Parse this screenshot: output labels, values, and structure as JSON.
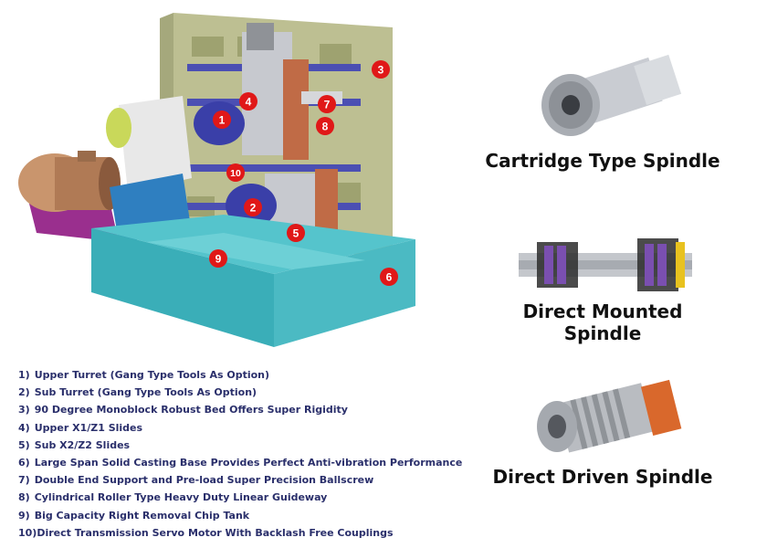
{
  "markers": [
    {
      "label": "1"
    },
    {
      "label": "2"
    },
    {
      "label": "3"
    },
    {
      "label": "4"
    },
    {
      "label": "5"
    },
    {
      "label": "6"
    },
    {
      "label": "7"
    },
    {
      "label": "8"
    },
    {
      "label": "9"
    },
    {
      "label": "10"
    }
  ],
  "legend": [
    {
      "num": "1)",
      "text": "Upper Turret (Gang Type Tools As Option)"
    },
    {
      "num": "2)",
      "text": "Sub Turret (Gang Type Tools As Option)"
    },
    {
      "num": "3)",
      "text": "90 Degree Monoblock Robust Bed Offers Super Rigidity"
    },
    {
      "num": "4)",
      "text": "Upper X1/Z1 Slides"
    },
    {
      "num": "5)",
      "text": "Sub X2/Z2 Slides"
    },
    {
      "num": "6)",
      "text": "Large Span Solid Casting Base Provides Perfect Anti-vibration Performance"
    },
    {
      "num": "7)",
      "text": "Double End Support and Pre-load Super Precision Ballscrew"
    },
    {
      "num": "8)",
      "text": "Cylindrical Roller Type Heavy Duty Linear Guideway"
    },
    {
      "num": "9)",
      "text": "Big Capacity Right Removal Chip Tank"
    },
    {
      "num": "10)",
      "text": "Direct Transmission Servo Motor With Backlash Free Couplings"
    }
  ],
  "spindles": [
    {
      "caption": "Cartridge Type Spindle"
    },
    {
      "caption": "Direct Mounted Spindle"
    },
    {
      "caption": "Direct Driven Spindle"
    }
  ],
  "colors": {
    "marker": "#e01818",
    "base": "#4fc0c8",
    "column": "#b8bb8e",
    "turret": "#3a3fa8",
    "legend_text": "#2a2f6b"
  },
  "icons": [
    "lathe-machine-illustration",
    "cartridge-spindle-photo",
    "mounted-spindle-cutaway",
    "direct-driven-spindle-photo"
  ]
}
